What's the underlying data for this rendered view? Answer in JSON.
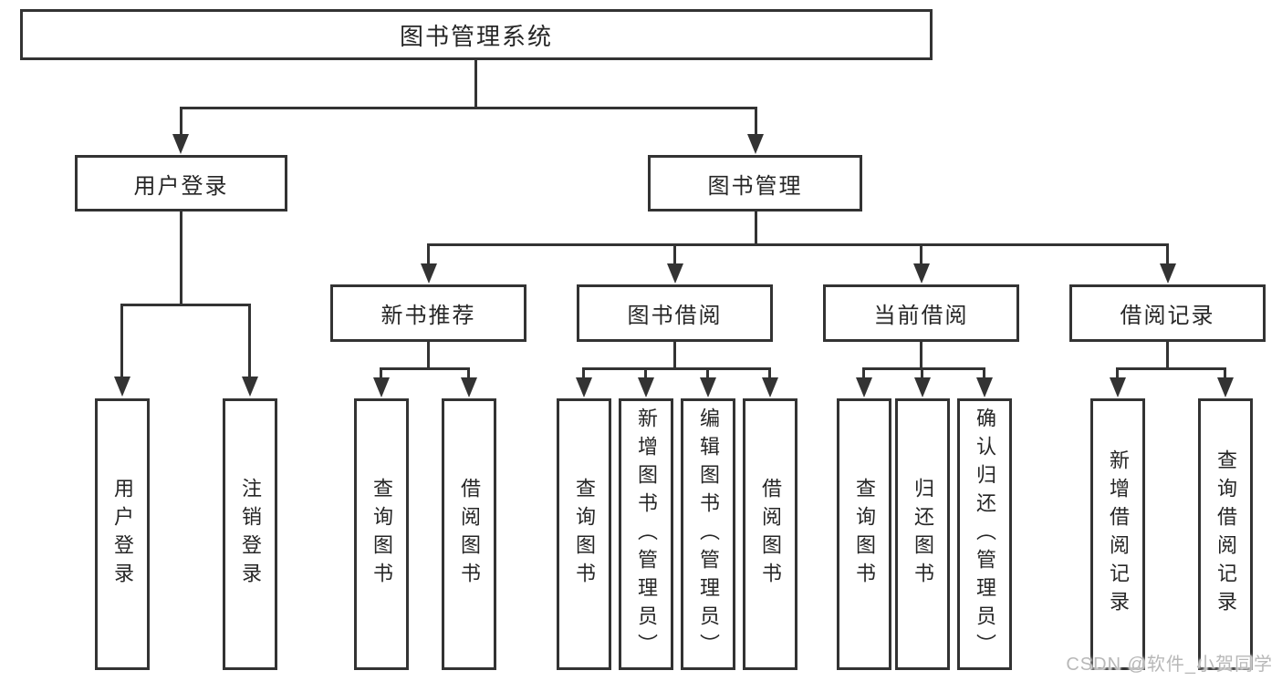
{
  "colors": {
    "line": "#333333",
    "text": "#262626",
    "watermark": "#b8b8b8",
    "background": "#ffffff"
  },
  "nodes": {
    "root": "图书管理系统",
    "login": "用户登录",
    "mgmt": "图书管理",
    "l3": [
      "新书推荐",
      "图书借阅",
      "当前借阅",
      "借阅记录"
    ],
    "leaves": [
      "用户登录",
      "注销登录",
      "查询图书",
      "借阅图书",
      "查询图书",
      "新增图书（管理员）",
      "编辑图书（管理员）",
      "借阅图书",
      "查询图书",
      "归还图书",
      "确认归还（管理员）",
      "新增借阅记录",
      "查询借阅记录"
    ]
  },
  "hierarchy": {
    "图书管理系统": {
      "用户登录": [
        "用户登录",
        "注销登录"
      ],
      "图书管理": {
        "新书推荐": [
          "查询图书",
          "借阅图书"
        ],
        "图书借阅": [
          "查询图书",
          "新增图书（管理员）",
          "编辑图书（管理员）",
          "借阅图书"
        ],
        "当前借阅": [
          "查询图书",
          "归还图书",
          "确认归还（管理员）"
        ],
        "借阅记录": [
          "新增借阅记录",
          "查询借阅记录"
        ]
      }
    }
  },
  "watermark": "CSDN @软件_小贺同学"
}
